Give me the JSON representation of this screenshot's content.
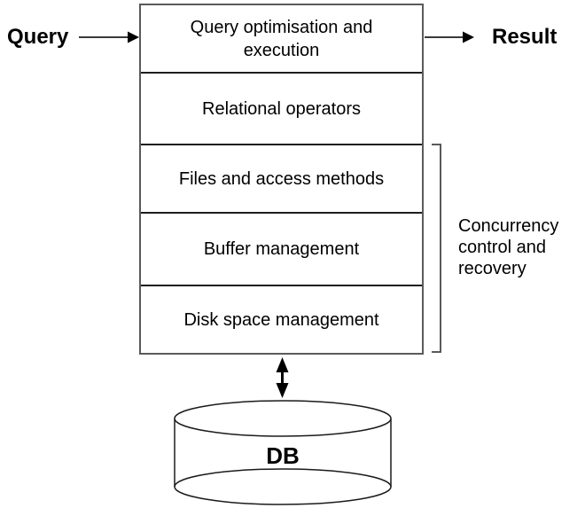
{
  "colors": {
    "background": "#ffffff",
    "box_border": "#5a5a5a",
    "divider": "#1e1e1e",
    "line": "#3a3a3a",
    "text": "#000000"
  },
  "flow": {
    "input_label": "Query",
    "output_label": "Result"
  },
  "layers": [
    {
      "label": "Query optimisation and execution"
    },
    {
      "label": "Relational operators"
    },
    {
      "label": "Files and access methods"
    },
    {
      "label": "Buffer management"
    },
    {
      "label": "Disk space management"
    }
  ],
  "bracket": {
    "label": "Concurrency control and recovery",
    "spans_layers": [
      "Files and access methods",
      "Buffer management",
      "Disk space management"
    ]
  },
  "database": {
    "label": "DB"
  },
  "connectors": {
    "query_arrow": "right-arrow into top layer",
    "result_arrow": "right-arrow out of top layer",
    "db_link": "double-headed vertical arrow between stack and DB cylinder"
  }
}
